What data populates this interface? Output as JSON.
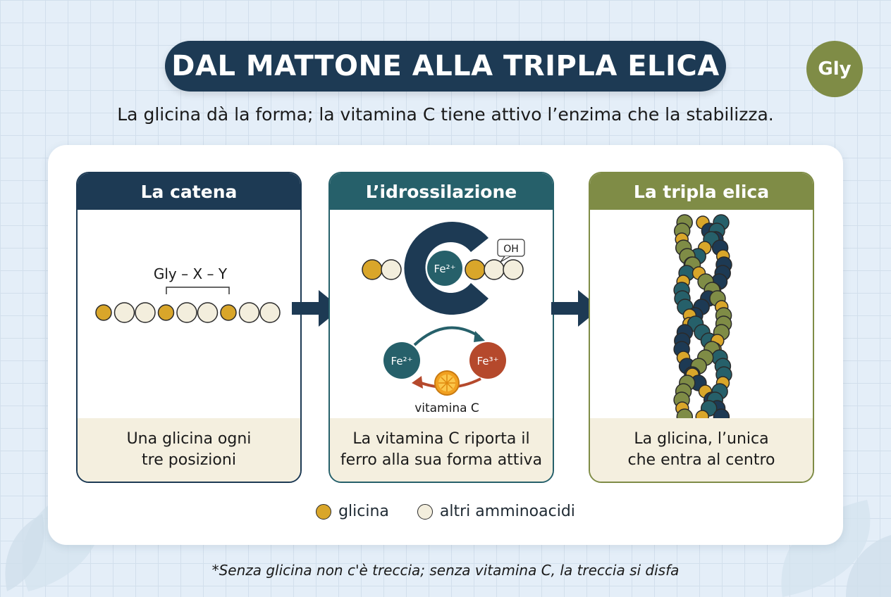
{
  "title": "DAL MATTONE ALLA TRIPLA ELICA",
  "badge": "Gly",
  "subtitle": "La glicina dà la forma; la vitamina C tiene attivo l’enzima che la stabilizza.",
  "panels": [
    {
      "title": "La catena",
      "caption_line1": "Una glicina ogni",
      "caption_line2": "tre posizioni",
      "color": "#1d3a54"
    },
    {
      "title": "L’idrossilazione",
      "caption_line1": "La vitamina C riporta il",
      "caption_line2": "ferro alla sua forma attiva",
      "color": "#26606a"
    },
    {
      "title": "La tripla elica",
      "caption_line1": "La glicina, l’unica",
      "caption_line2": "che entra al centro",
      "color": "#7f8c46"
    }
  ],
  "chain_label": "Gly – X – Y",
  "enzyme_labels": {
    "fe2": "Fe²⁺",
    "fe3": "Fe³⁺",
    "oh": "OH",
    "vitamin": "vitamina C"
  },
  "legend": {
    "glycine": "glicina",
    "other": "altri amminoacidi"
  },
  "footnote": "*Senza glicina non c'è treccia; senza vitamina C, la treccia si disfa",
  "colors": {
    "glycine": "#d9a62a",
    "other": "#f3eedd",
    "navy": "#1d3a54",
    "teal": "#26606a",
    "olive": "#7f8c46",
    "rust": "#b5492c"
  }
}
